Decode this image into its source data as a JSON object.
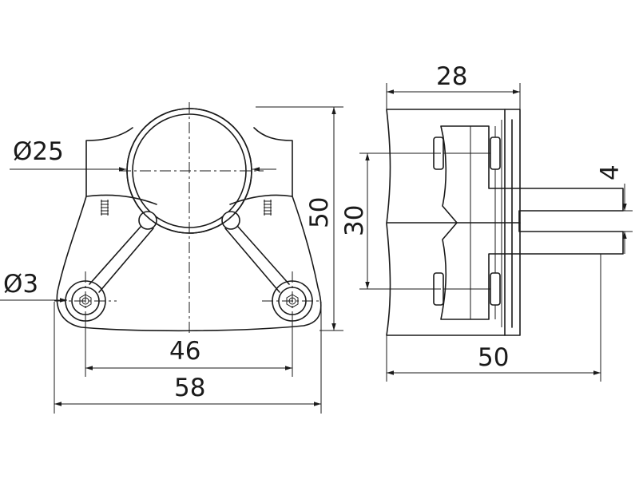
{
  "dimensions": {
    "pipe_diameter": "Ø25",
    "hole_diameter": "Ø3",
    "hole_spacing": "46",
    "front_width": "58",
    "front_height": "50",
    "side_depth": "28",
    "side_inner_height": "30",
    "side_width": "50",
    "slot_width": "4"
  },
  "colors": {
    "ink": "#1a1a1a",
    "paper": "#ffffff"
  }
}
